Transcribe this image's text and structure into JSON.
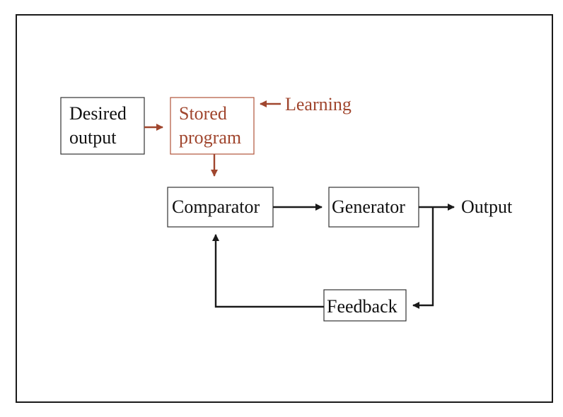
{
  "diagram": {
    "blocks": {
      "desired_output": {
        "line1": "Desired",
        "line2": "output"
      },
      "stored_program": {
        "line1": "Stored",
        "line2": "program"
      },
      "comparator": "Comparator",
      "generator": "Generator",
      "feedback": "Feedback"
    },
    "labels": {
      "learning": "Learning",
      "output": "Output"
    },
    "colors": {
      "accent": "#a0462e",
      "ink": "#111111"
    }
  }
}
